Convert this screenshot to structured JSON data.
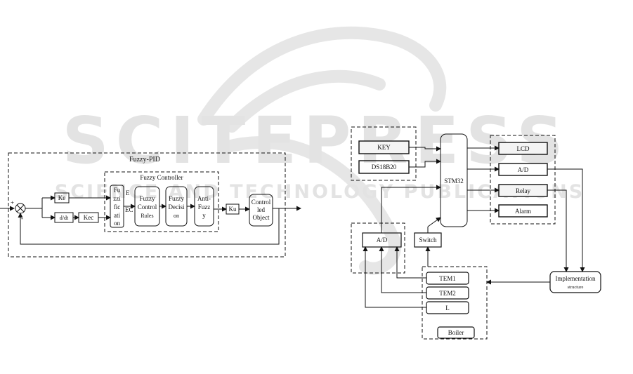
{
  "watermark": {
    "main": "SCITEPRESS",
    "sub": "SCIENCE AND TECHNOLOGY PUBLICATIONS",
    "color": "#e3e3e3"
  },
  "left_diagram": {
    "outer_label": "Fuzzy-PID",
    "inner_label": "Fuzzy Controller",
    "sum_plus": "+",
    "sum_minus": "-",
    "ke": "Ke",
    "ddt": "d/dt",
    "kec": "Kec",
    "fuzzification": [
      "Fu",
      "zzi",
      "fic",
      "ati",
      "on"
    ],
    "e_label": "E",
    "ec_label": "EC",
    "rules": [
      "Fuzzy",
      "Control",
      "Rules"
    ],
    "decision": [
      "Fuzzy",
      "Decisi",
      "on"
    ],
    "antifuzzy": [
      "Anti-",
      "Fuzz",
      "y"
    ],
    "ku": "Ku",
    "object": [
      "Control",
      "led",
      "Object"
    ]
  },
  "right_diagram": {
    "key": "KEY",
    "ds18b20": "DS18B20",
    "stm32": "STM32",
    "lcd": "LCD",
    "ad_right": "A/D",
    "relay": "Relay",
    "alarm": "Alarm",
    "ad_left": "A/D",
    "switch": "Switch",
    "tem1": "TEM1",
    "tem2": "TEM2",
    "l": "L",
    "boiler": "Boiler",
    "impl": [
      "Implementation",
      "structure"
    ]
  },
  "colors": {
    "line": "#111111",
    "box_fill": "#ffffff",
    "dark_box_fill": "#f4f4f4"
  }
}
